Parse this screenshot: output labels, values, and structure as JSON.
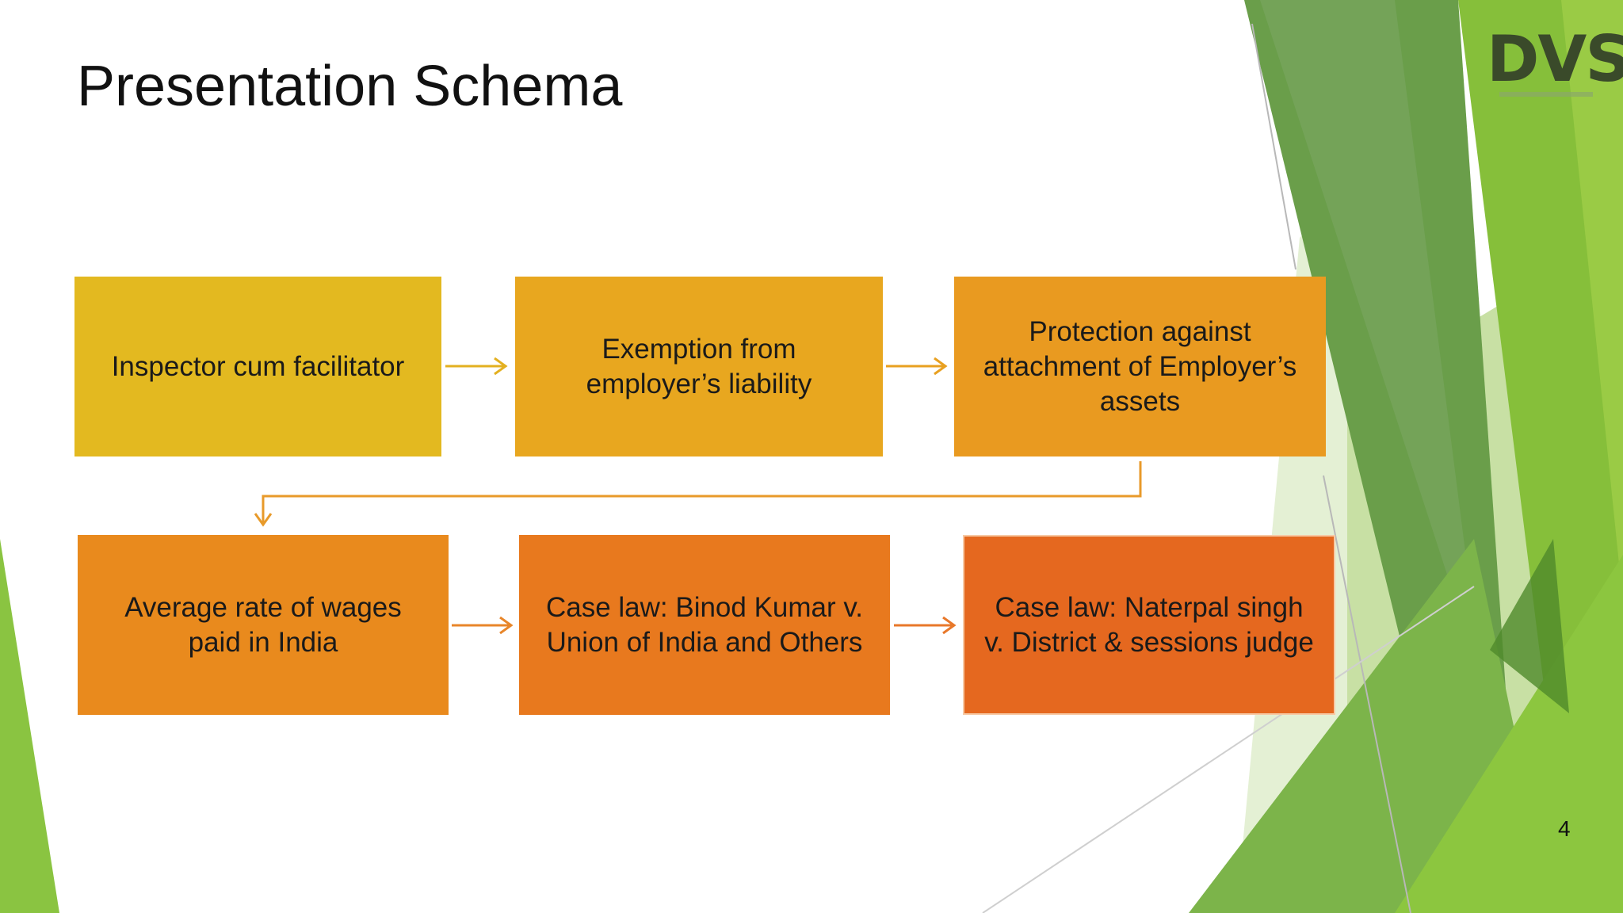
{
  "slide": {
    "title": "Presentation Schema",
    "page_number": "4",
    "logo_text": "DVS"
  },
  "flow": {
    "boxes": [
      {
        "id": "box-1",
        "label": "Inspector cum facilitator",
        "color": "#e3b920"
      },
      {
        "id": "box-2",
        "label": "Exemption from employer’s liability",
        "color": "#e8a71f"
      },
      {
        "id": "box-3",
        "label": "Protection against attachment of Employer’s assets",
        "color": "#e99a20"
      },
      {
        "id": "box-4",
        "label": "Average rate of wages paid in India",
        "color": "#e98a1d"
      },
      {
        "id": "box-5",
        "label": "Case law: Binod Kumar v. Union of India and Others",
        "color": "#e8791e"
      },
      {
        "id": "box-6",
        "label": "Case law: Naterpal singh v. District & sessions judge",
        "color": "#e5681f"
      }
    ],
    "connections": [
      {
        "from": "box-1",
        "to": "box-2"
      },
      {
        "from": "box-2",
        "to": "box-3"
      },
      {
        "from": "box-3",
        "to": "box-4"
      },
      {
        "from": "box-4",
        "to": "box-5"
      },
      {
        "from": "box-5",
        "to": "box-6"
      }
    ]
  },
  "theme": {
    "accent_green_dark": "#4f8a2b",
    "accent_green": "#7ab83a",
    "accent_green_light": "#c8e0a8",
    "arrow_color_yellow": "#e3b020",
    "arrow_color_orange": "#e8862a"
  }
}
